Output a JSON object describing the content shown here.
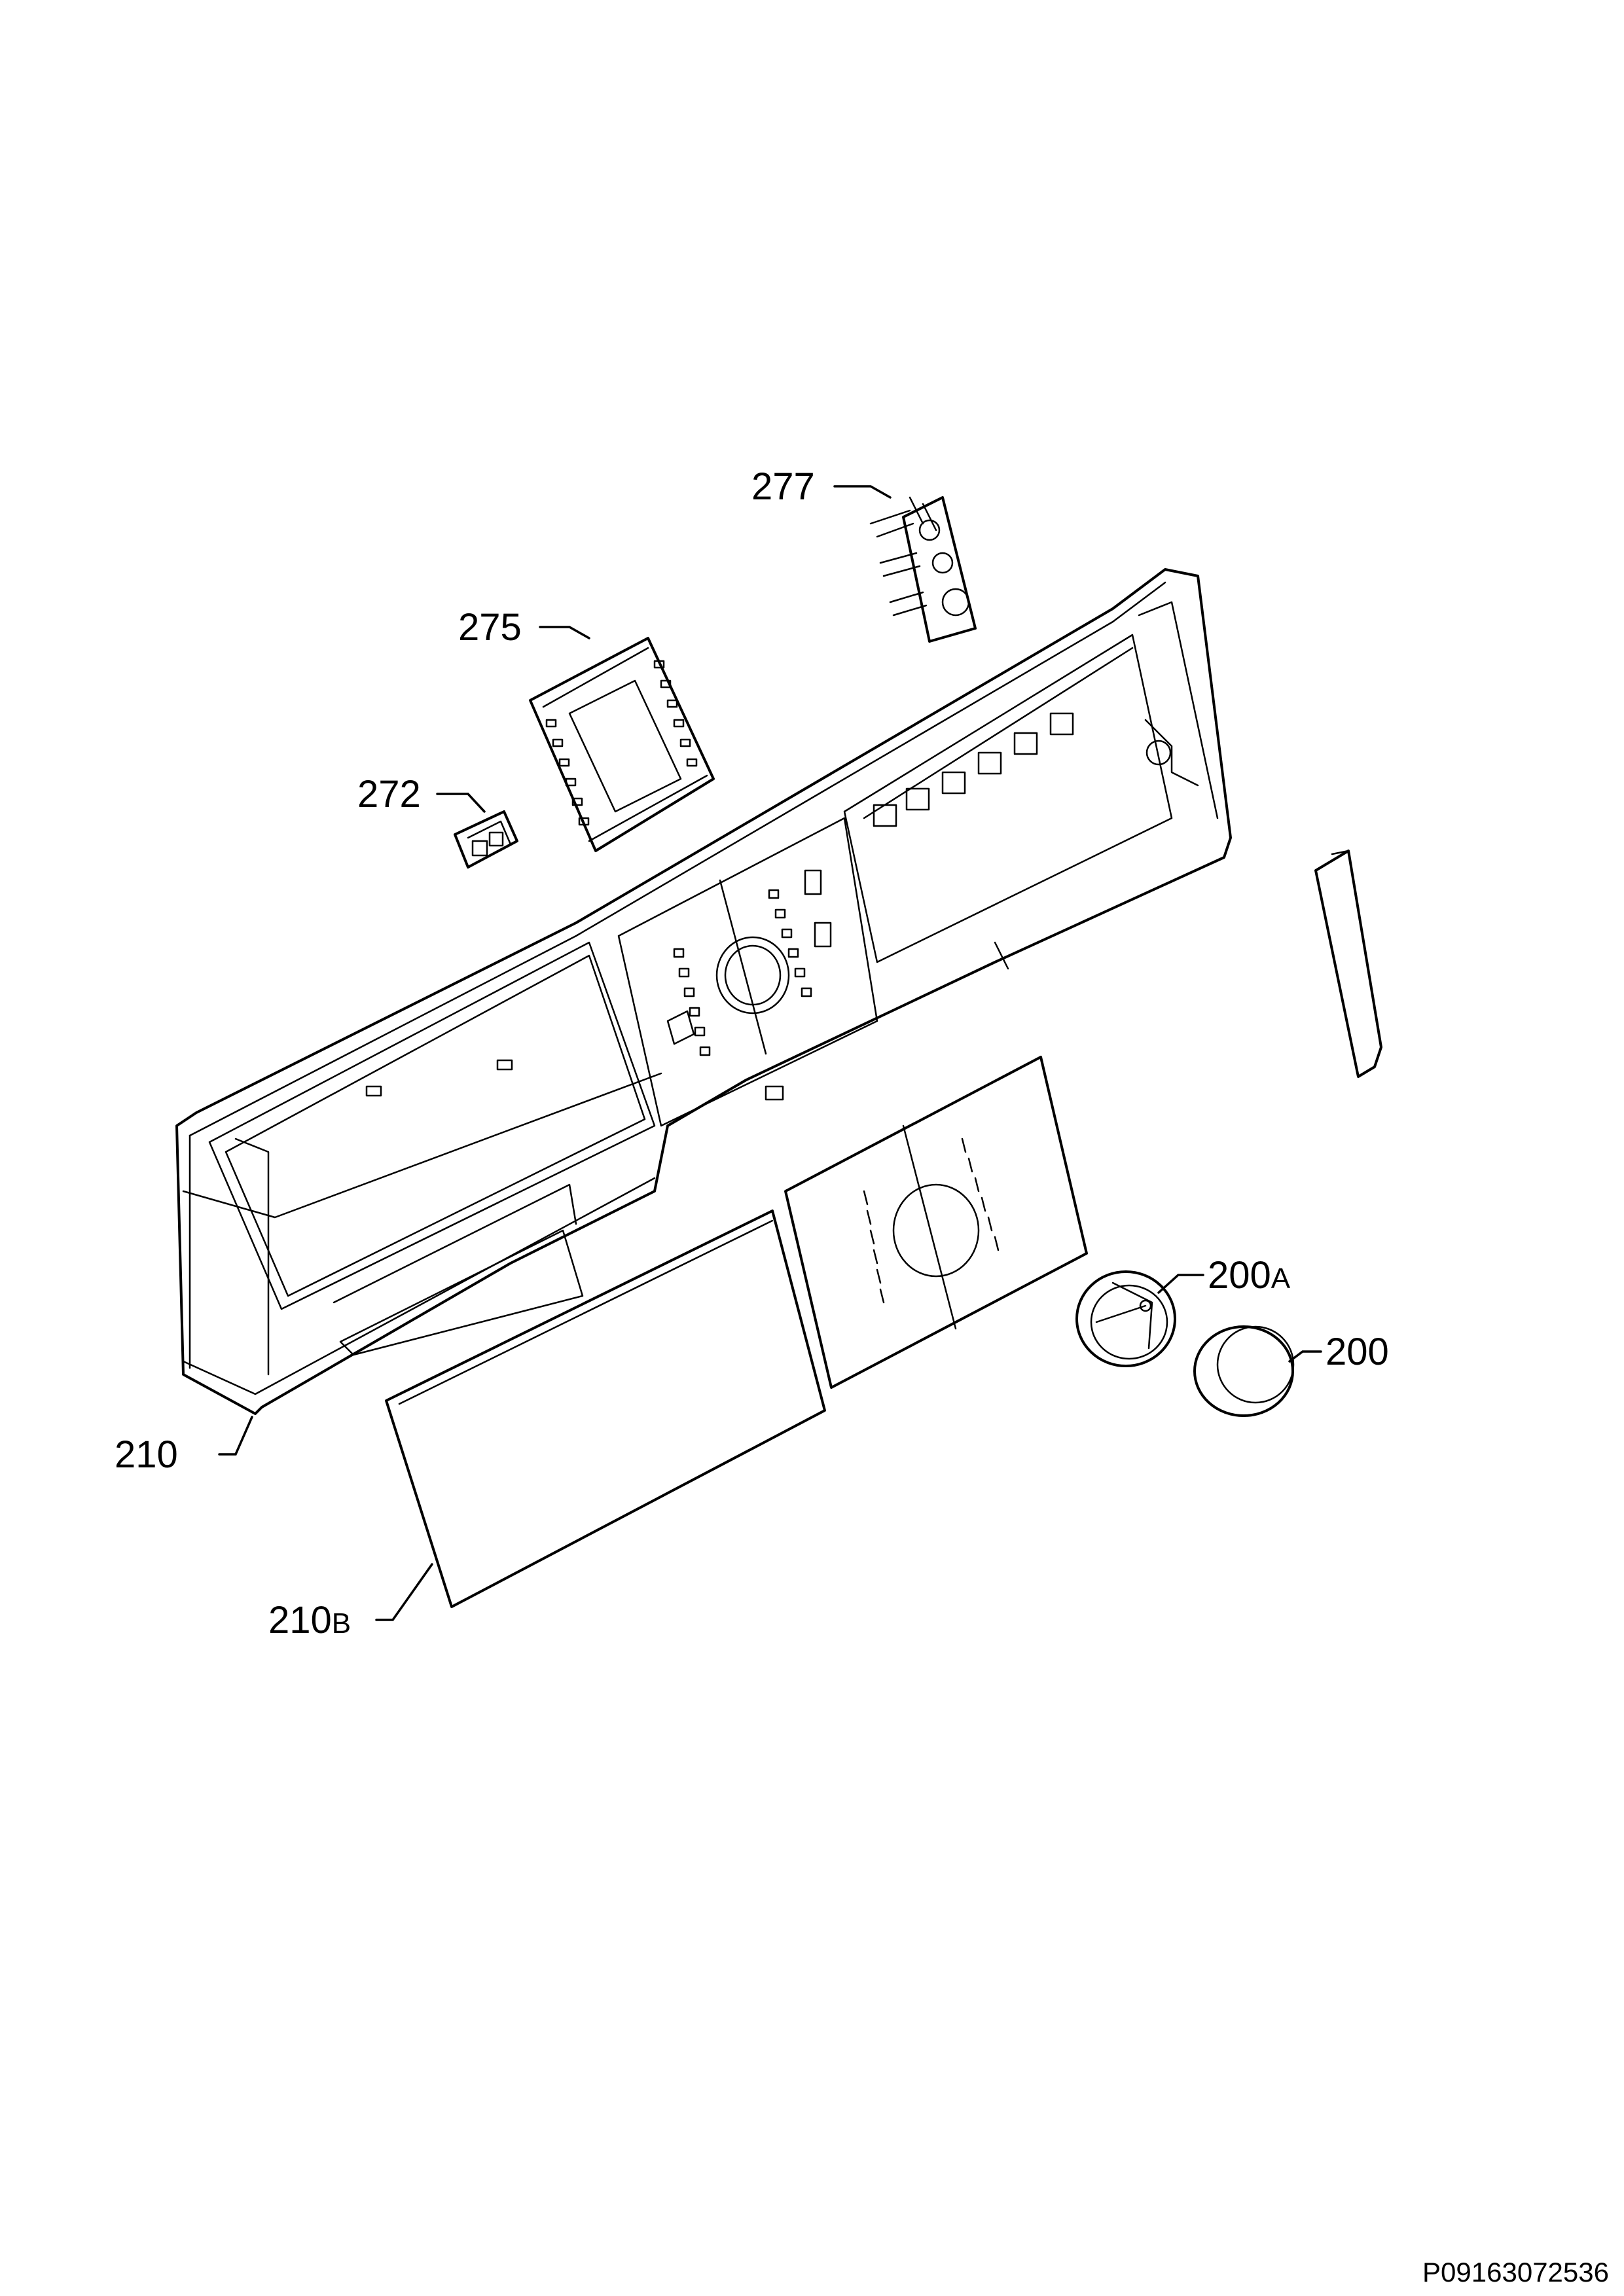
{
  "parts": {
    "p277": "277",
    "p275": "275",
    "p272": "272",
    "p200a_num": "200",
    "p200a_suffix": "A",
    "p200": "200",
    "p210": "210",
    "p210b_num": "210",
    "p210b_suffix": "B"
  },
  "drawing_code": "P09163072536",
  "colors": {
    "line": "#000000",
    "background": "#ffffff"
  }
}
